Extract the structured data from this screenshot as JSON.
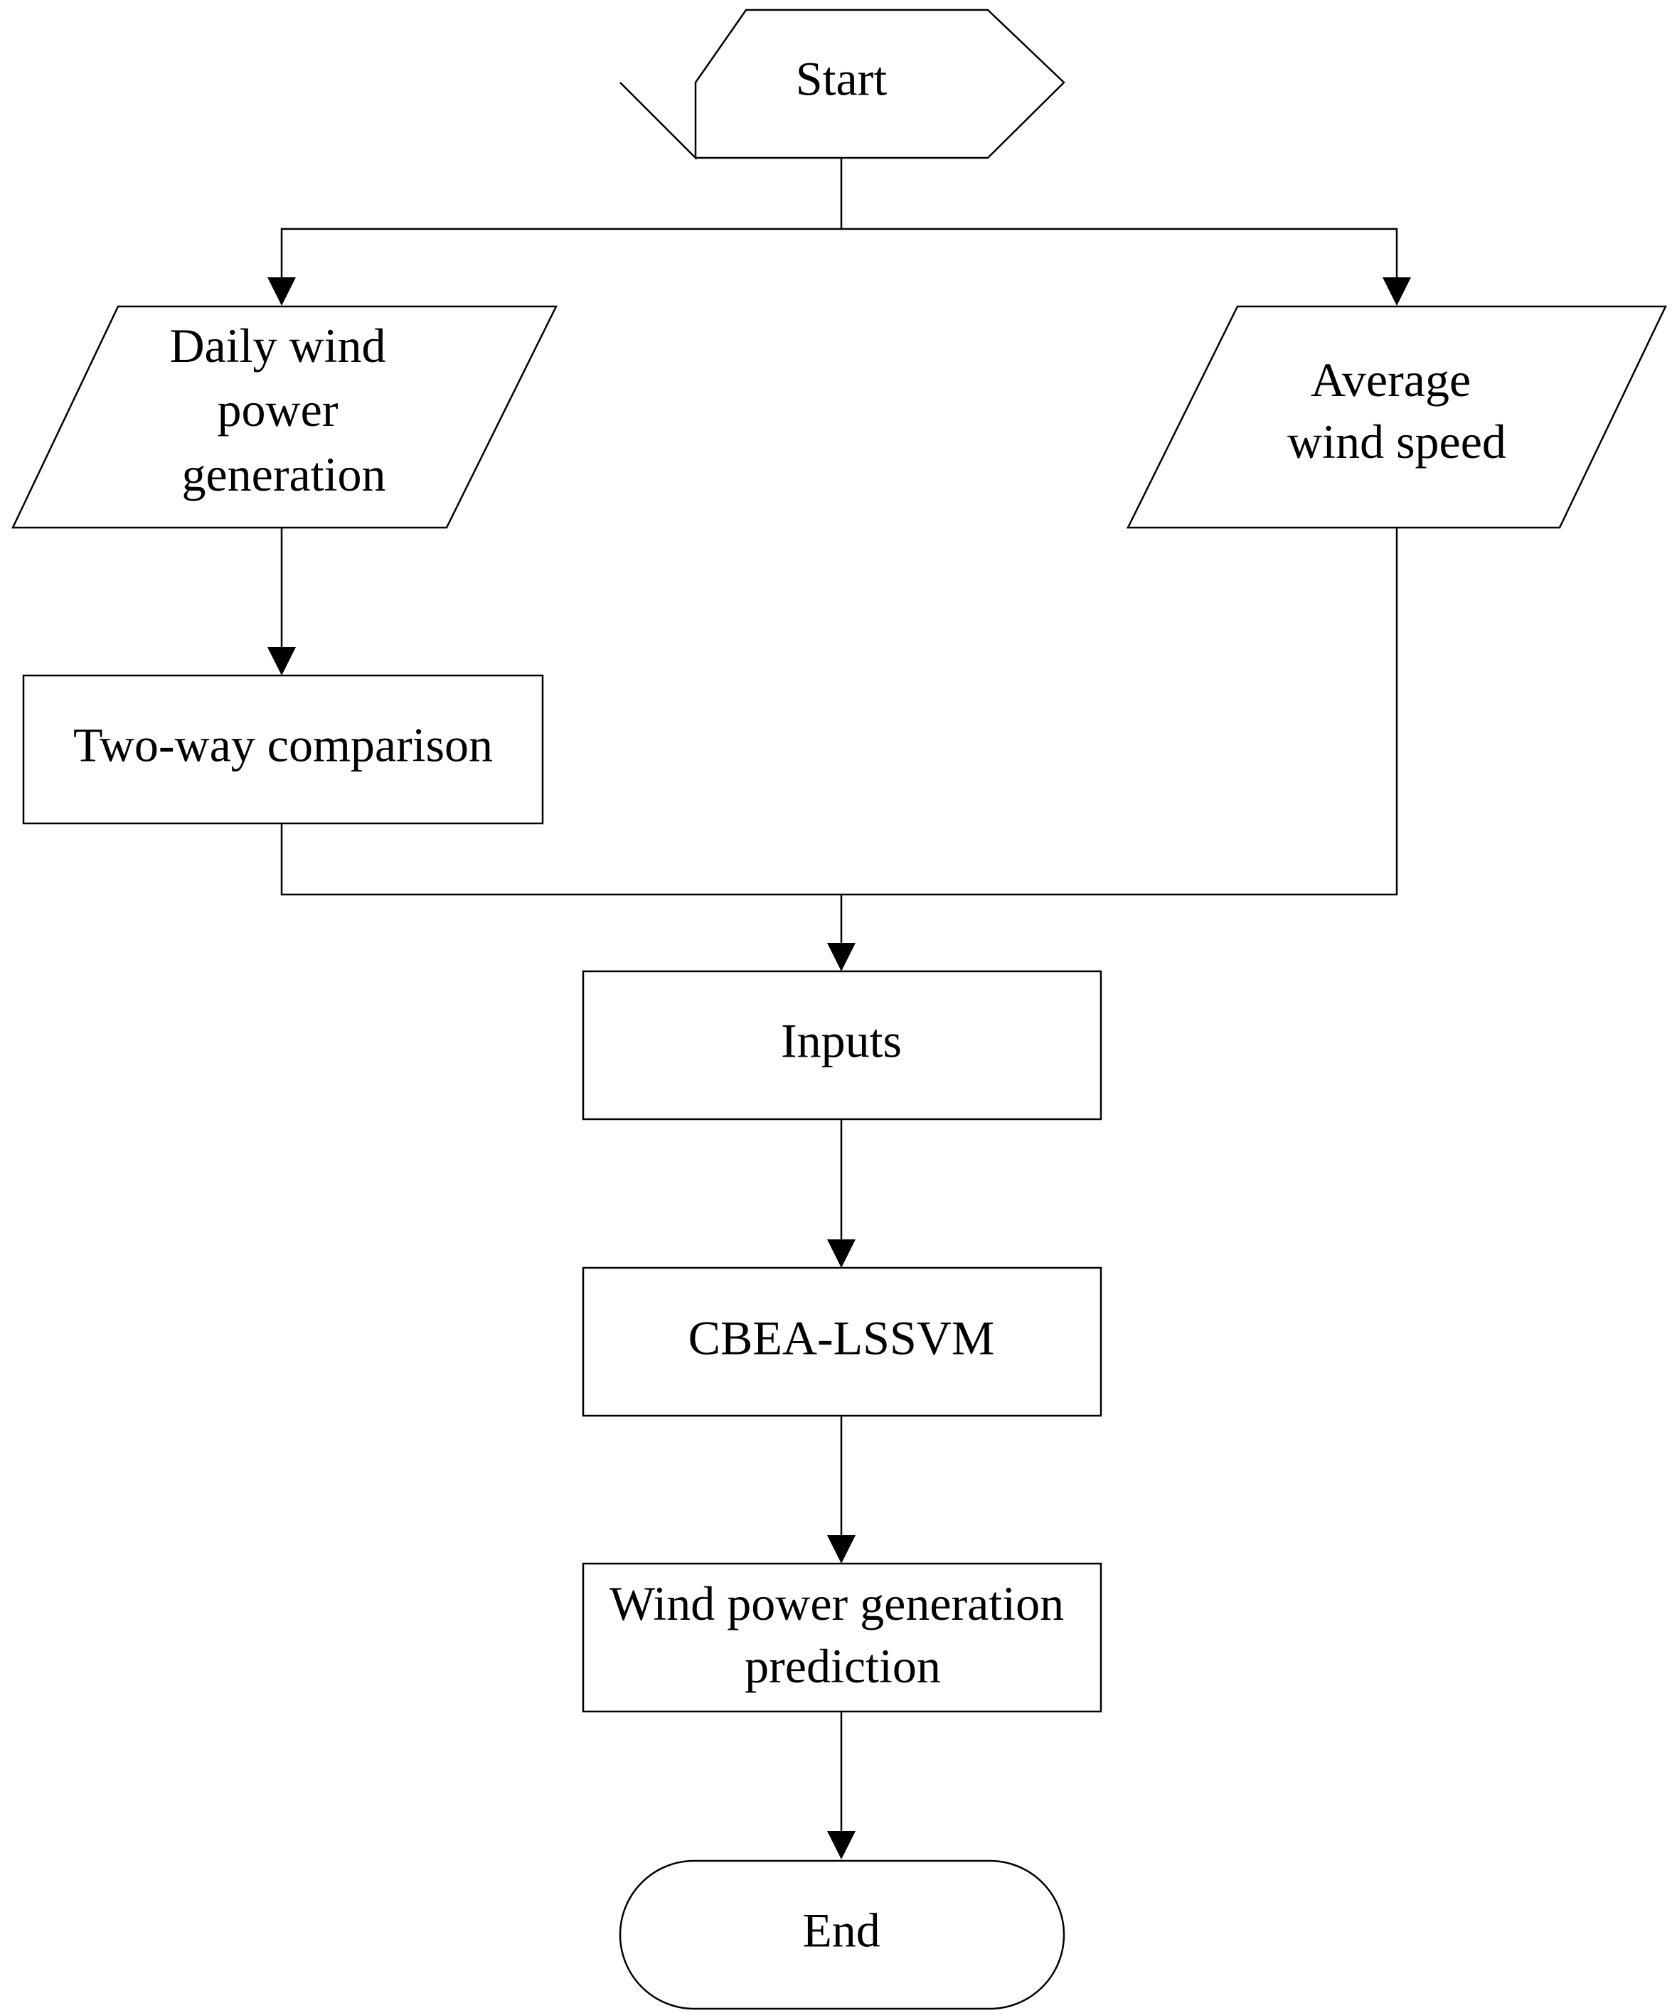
{
  "nodes": {
    "start": {
      "label": "Start"
    },
    "daily_wind": {
      "lines": [
        "Daily wind",
        "power",
        "generation"
      ]
    },
    "average_wind": {
      "lines": [
        "Average",
        "wind speed"
      ]
    },
    "two_way": {
      "label": "Two-way comparison"
    },
    "inputs": {
      "label": "Inputs"
    },
    "cbea": {
      "label": "CBEA-LSSVM"
    },
    "prediction": {
      "lines": [
        "Wind power generation",
        "prediction"
      ]
    },
    "end": {
      "label": "End"
    }
  },
  "edges": [
    {
      "from": "start",
      "to": "daily_wind"
    },
    {
      "from": "start",
      "to": "average_wind"
    },
    {
      "from": "daily_wind",
      "to": "two_way"
    },
    {
      "from": "two_way",
      "to": "inputs"
    },
    {
      "from": "average_wind",
      "to": "inputs"
    },
    {
      "from": "inputs",
      "to": "cbea"
    },
    {
      "from": "cbea",
      "to": "prediction"
    },
    {
      "from": "prediction",
      "to": "end"
    }
  ]
}
